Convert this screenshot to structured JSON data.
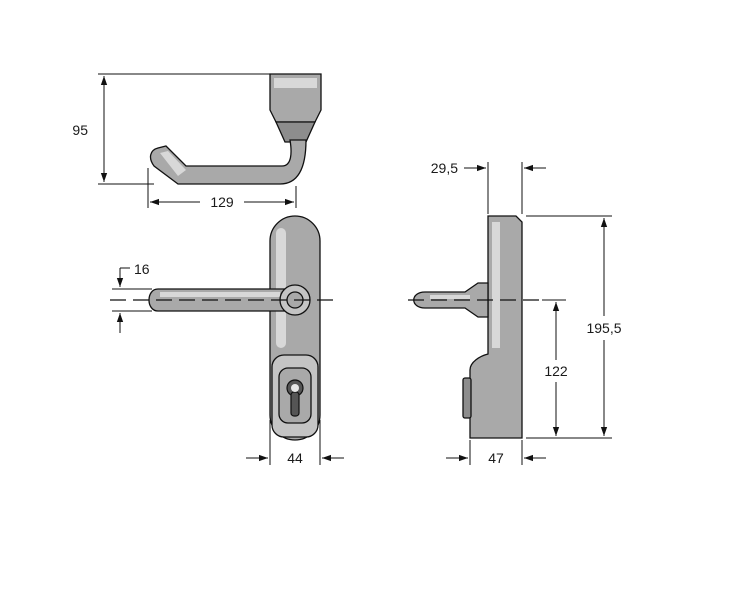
{
  "dimensions": {
    "height_top_view": "95",
    "lever_length": "129",
    "lever_diameter": "16",
    "plate_width": "44",
    "offset_top": "29,5",
    "total_height": "195,5",
    "axis_height": "122",
    "depth": "47"
  },
  "colors": {
    "metal": "#a9a9a9",
    "metal_light": "#c4c4c4",
    "line": "#111111"
  }
}
